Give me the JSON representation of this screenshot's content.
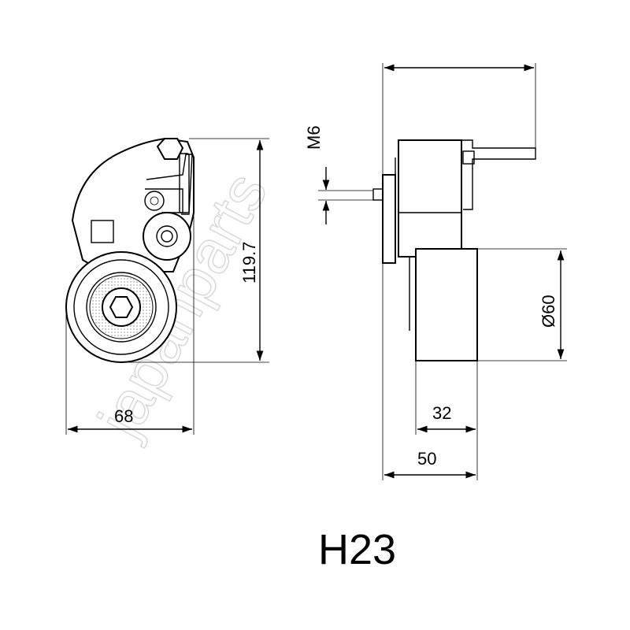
{
  "watermark": "japanparts",
  "dimensions": {
    "width_front": "68",
    "height_front": "119.7",
    "thread": "M6",
    "pulley_diameter": "Ø60",
    "pulley_width": "32",
    "overall_width": "50"
  },
  "part_code": "H23"
}
